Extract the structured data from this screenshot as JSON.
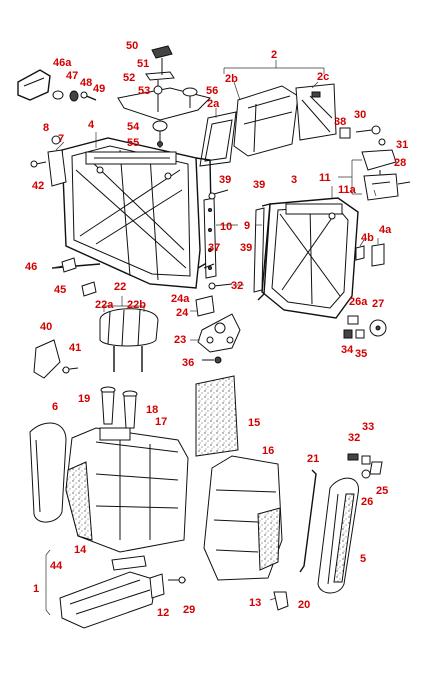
{
  "diagram": {
    "labels": {
      "l1": "1",
      "l2": "2",
      "l2a": "2a",
      "l2b": "2b",
      "l2c": "2c",
      "l3": "3",
      "l4": "4",
      "l4a": "4a",
      "l4b": "4b",
      "l5": "5",
      "l6": "6",
      "l7": "7",
      "l8": "8",
      "l9": "9",
      "l10": "10",
      "l11": "11",
      "l11a": "11a",
      "l12": "12",
      "l13": "13",
      "l14": "14",
      "l15": "15",
      "l16": "16",
      "l17": "17",
      "l18": "18",
      "l19": "19",
      "l20": "20",
      "l21": "21",
      "l22": "22",
      "l22a": "22a",
      "l22b": "22b",
      "l23": "23",
      "l24": "24",
      "l24a": "24a",
      "l25": "25",
      "l26": "26",
      "l26a": "26a",
      "l27": "27",
      "l28": "28",
      "l29": "29",
      "l30": "30",
      "l31": "31",
      "l32a": "32",
      "l32b": "32",
      "l33": "33",
      "l34": "34",
      "l35": "35",
      "l36": "36",
      "l37": "37",
      "l38": "38",
      "l39a": "39",
      "l39b": "39",
      "l39c": "39",
      "l40": "40",
      "l41": "41",
      "l42": "42",
      "l44": "44",
      "l45": "45",
      "l46": "46",
      "l46a": "46a",
      "l47": "47",
      "l48": "48",
      "l49": "49",
      "l50": "50",
      "l51": "51",
      "l52": "52",
      "l53": "53",
      "l54": "54",
      "l55": "55",
      "l56": "56"
    }
  }
}
